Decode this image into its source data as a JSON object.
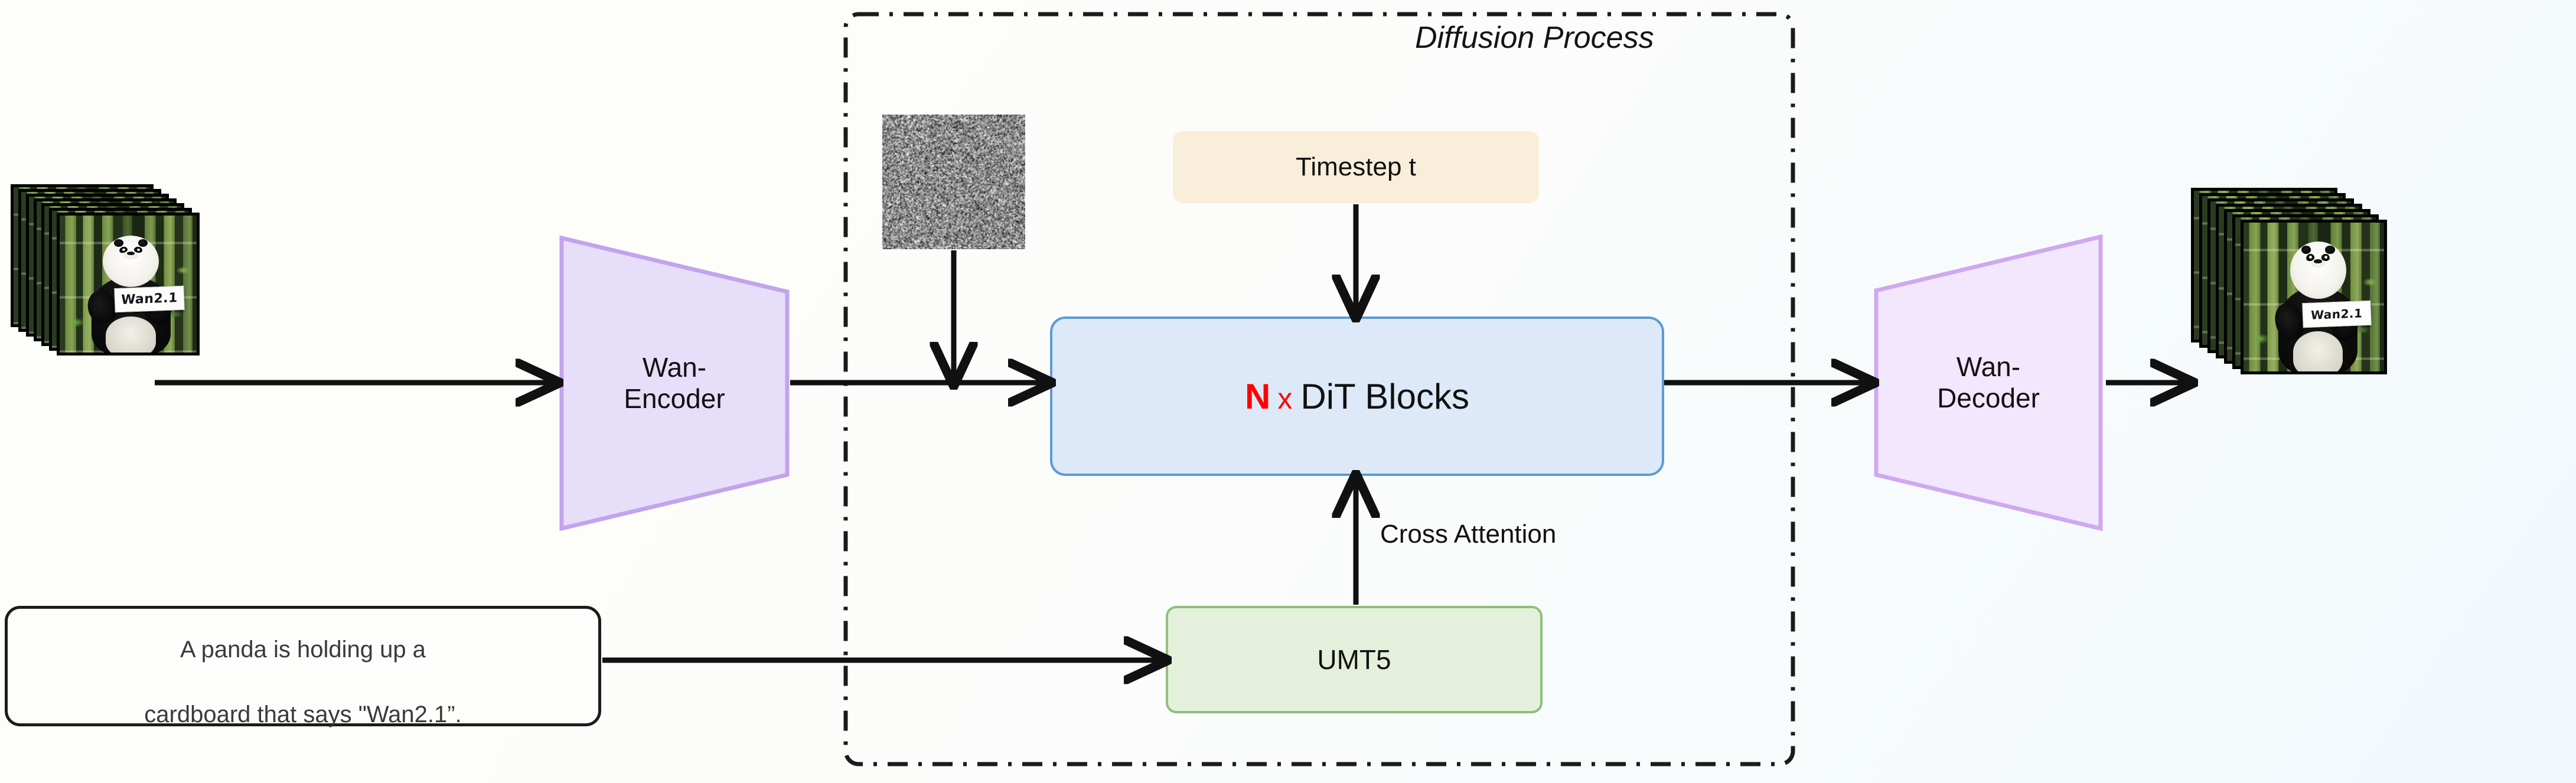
{
  "figure": {
    "title": "Wan2.1 text-to-video diffusion pipeline",
    "background_start": "#fdfdf9",
    "background_end": "#f1f8fc"
  },
  "diffusion": {
    "label": "Diffusion Process",
    "border_style": "dash-dot",
    "border_color": "#1b1b1b"
  },
  "input_frames": {
    "name": "input video frames",
    "frame_count": 7,
    "sign_text": "Wan2.1",
    "alt": "Panda sitting in bamboo holding a cardboard sign"
  },
  "output_frames": {
    "name": "output video frames",
    "frame_count": 7,
    "sign_text": "Wan2.1",
    "alt": "Generated panda in bamboo holding a cardboard sign"
  },
  "encoder": {
    "line1": "Wan-",
    "line2": "Encoder",
    "fill": "#e7defa",
    "stroke": "#c3a3ec"
  },
  "decoder": {
    "line1": "Wan-",
    "line2": "Decoder",
    "fill": "#f2e7fd",
    "stroke": "#cfa8ef"
  },
  "noise": {
    "name": "gaussian noise latent",
    "color": "#8a8a8a"
  },
  "timestep": {
    "label": "Timestep t",
    "fill": "#f8eeda"
  },
  "dit": {
    "count_symbol": "N",
    "multiply_symbol": "x",
    "label": "DiT Blocks",
    "fill": "#dde9f9",
    "stroke": "#5b9bd5",
    "accent": "#ff0000"
  },
  "umt5": {
    "label": "UMT5",
    "fill": "#e5f0dc",
    "stroke": "#8dc07b"
  },
  "cross_attention": {
    "label": "Cross Attention"
  },
  "prompt": {
    "line1": "A panda is holding up a",
    "line2": "cardboard that says \"Wan2.1”.",
    "text_color": "#3a3a3a"
  }
}
